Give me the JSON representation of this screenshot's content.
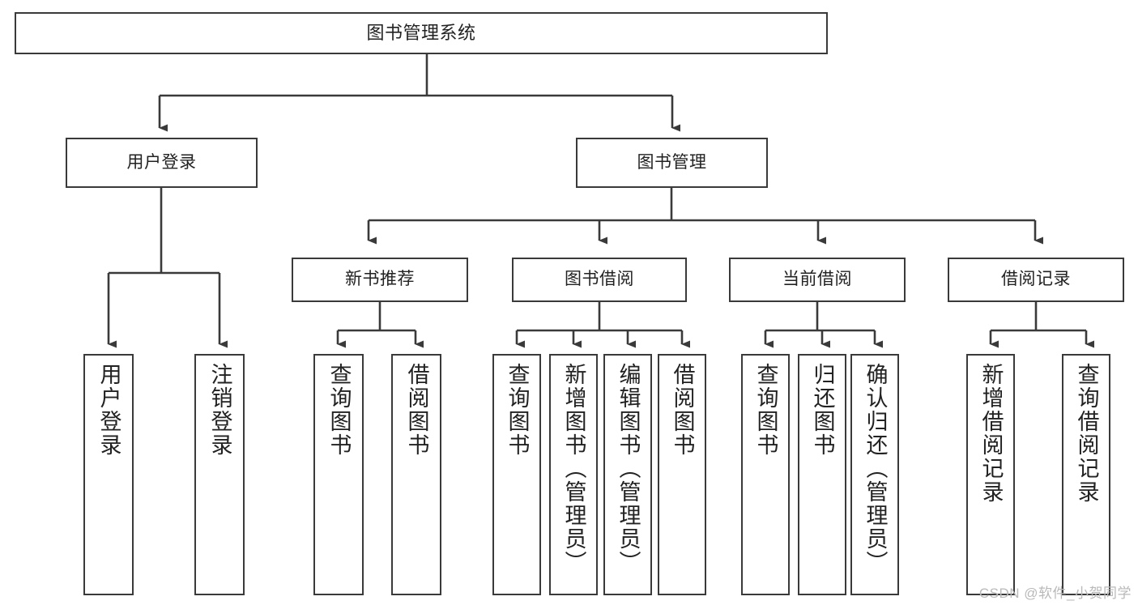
{
  "diagram": {
    "type": "tree-hierarchy",
    "title": "图书管理系统",
    "watermark": "CSDN @软件_小贺同学",
    "colors": {
      "stroke": "#3a3a3a",
      "fill": "#ffffff",
      "text": "#222222",
      "watermark": "#b9b9b9"
    },
    "levels": {
      "root": {
        "label": "图书管理系统"
      },
      "level1": [
        {
          "id": "user-login",
          "label": "用户登录"
        },
        {
          "id": "book-manage",
          "label": "图书管理"
        }
      ],
      "level2": [
        {
          "id": "new-book-recommend",
          "label": "新书推荐",
          "parent": "book-manage"
        },
        {
          "id": "book-borrow",
          "label": "图书借阅",
          "parent": "book-manage"
        },
        {
          "id": "current-borrow",
          "label": "当前借阅",
          "parent": "book-manage"
        },
        {
          "id": "borrow-record",
          "label": "借阅记录",
          "parent": "book-manage"
        }
      ],
      "leaves": [
        {
          "id": "leaf-user-login",
          "label": "用户登录",
          "parent": "user-login"
        },
        {
          "id": "leaf-logout-login",
          "label": "注销登录",
          "parent": "user-login"
        },
        {
          "id": "leaf-query-book-1",
          "label": "查询图书",
          "parent": "new-book-recommend"
        },
        {
          "id": "leaf-borrow-book-1",
          "label": "借阅图书",
          "parent": "new-book-recommend"
        },
        {
          "id": "leaf-query-book-2",
          "label": "查询图书",
          "parent": "book-borrow"
        },
        {
          "id": "leaf-add-book",
          "label": "新增图书（管理员）",
          "parent": "book-borrow"
        },
        {
          "id": "leaf-edit-book",
          "label": "编辑图书（管理员）",
          "parent": "book-borrow"
        },
        {
          "id": "leaf-borrow-book-2",
          "label": "借阅图书",
          "parent": "book-borrow"
        },
        {
          "id": "leaf-query-book-3",
          "label": "查询图书",
          "parent": "current-borrow"
        },
        {
          "id": "leaf-return-book",
          "label": "归还图书",
          "parent": "current-borrow"
        },
        {
          "id": "leaf-confirm-return",
          "label": "确认归还（管理员）",
          "parent": "current-borrow"
        },
        {
          "id": "leaf-add-record",
          "label": "新增借阅记录",
          "parent": "borrow-record"
        },
        {
          "id": "leaf-query-record",
          "label": "查询借阅记录",
          "parent": "borrow-record"
        }
      ]
    }
  }
}
